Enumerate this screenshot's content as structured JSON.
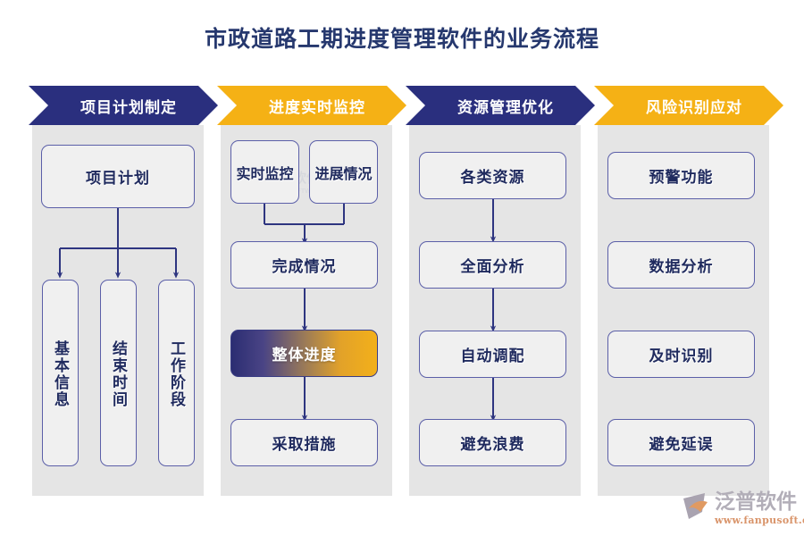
{
  "title": "市政道路工期进度管理软件的业务流程",
  "colors": {
    "navy": "#2a2f7e",
    "gold": "#f5b115",
    "title_color": "#26386e",
    "panel_bg": "#e5e5e5",
    "node_bg": "#f0f0f0",
    "node_border": "#5b5fa8",
    "node_text": "#1f2a5e",
    "gradient_from": "#2b2d72",
    "gradient_to": "#f3b01a",
    "connector": "#2e3580"
  },
  "columns": [
    {
      "header": "项目计划制定",
      "header_style": "navy",
      "nodes": [
        {
          "label": "项目计划",
          "orientation": "horizontal"
        },
        {
          "label": "基本信息",
          "orientation": "vertical"
        },
        {
          "label": "结束时间",
          "orientation": "vertical"
        },
        {
          "label": "工作阶段",
          "orientation": "vertical"
        }
      ]
    },
    {
      "header": "进度实时监控",
      "header_style": "gold",
      "nodes": [
        {
          "label": "实时监控",
          "orientation": "horizontal"
        },
        {
          "label": "进展情况",
          "orientation": "horizontal"
        },
        {
          "label": "完成情况",
          "orientation": "horizontal"
        },
        {
          "label": "整体进度",
          "orientation": "horizontal",
          "emphasis": "gradient"
        },
        {
          "label": "采取措施",
          "orientation": "horizontal"
        }
      ]
    },
    {
      "header": "资源管理优化",
      "header_style": "navy",
      "nodes": [
        {
          "label": "各类资源",
          "orientation": "horizontal"
        },
        {
          "label": "全面分析",
          "orientation": "horizontal"
        },
        {
          "label": "自动调配",
          "orientation": "horizontal"
        },
        {
          "label": "避免浪费",
          "orientation": "horizontal"
        }
      ]
    },
    {
      "header": "风险识别应对",
      "header_style": "gold",
      "nodes": [
        {
          "label": "预警功能",
          "orientation": "horizontal"
        },
        {
          "label": "数据分析",
          "orientation": "horizontal"
        },
        {
          "label": "及时识别",
          "orientation": "horizontal"
        },
        {
          "label": "避免延误",
          "orientation": "horizontal"
        }
      ]
    }
  ],
  "logo": {
    "name": "泛普软件",
    "url": "www.fanpusoft.com"
  }
}
